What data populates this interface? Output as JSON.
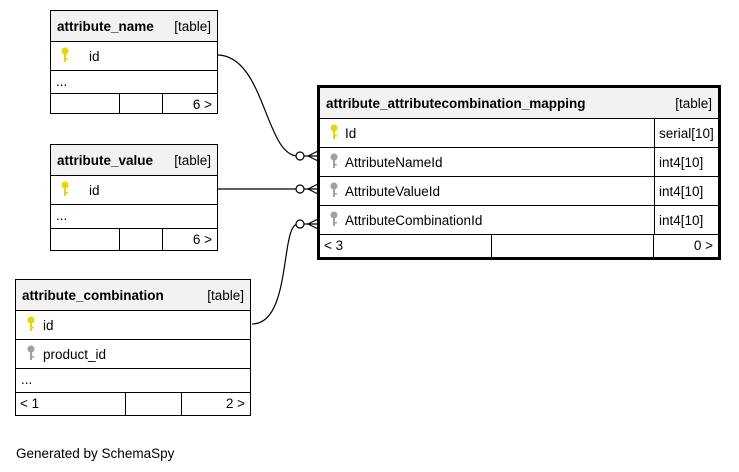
{
  "tables": {
    "attribute_name": {
      "name": "attribute_name",
      "kind": "[table]",
      "columns": [
        {
          "name": "id",
          "key": "primary"
        }
      ],
      "ellipsis": "...",
      "footer": {
        "parents": "",
        "middle": "",
        "children": "6 >"
      }
    },
    "attribute_value": {
      "name": "attribute_value",
      "kind": "[table]",
      "columns": [
        {
          "name": "id",
          "key": "primary"
        }
      ],
      "ellipsis": "...",
      "footer": {
        "parents": "",
        "middle": "",
        "children": "6 >"
      }
    },
    "attribute_combination": {
      "name": "attribute_combination",
      "kind": "[table]",
      "columns": [
        {
          "name": "id",
          "key": "primary"
        },
        {
          "name": "product_id",
          "key": "foreign"
        }
      ],
      "ellipsis": "...",
      "footer": {
        "parents": "< 1",
        "middle": "",
        "children": "2 >"
      }
    },
    "mapping": {
      "name": "attribute_attributecombination_mapping",
      "kind": "[table]",
      "columns": [
        {
          "name": "Id",
          "type": "serial[10]",
          "key": "primary"
        },
        {
          "name": "AttributeNameId",
          "type": "int4[10]",
          "key": "foreign"
        },
        {
          "name": "AttributeValueId",
          "type": "int4[10]",
          "key": "foreign"
        },
        {
          "name": "AttributeCombinationId",
          "type": "int4[10]",
          "key": "foreign"
        }
      ],
      "footer": {
        "parents": "< 3",
        "middle": "",
        "children": "0 >"
      }
    }
  },
  "colors": {
    "primary_key": "#e8d800",
    "foreign_key": "#a0a0a0",
    "header_bg": "#f2f2f2"
  },
  "footer_text": "Generated by SchemaSpy"
}
